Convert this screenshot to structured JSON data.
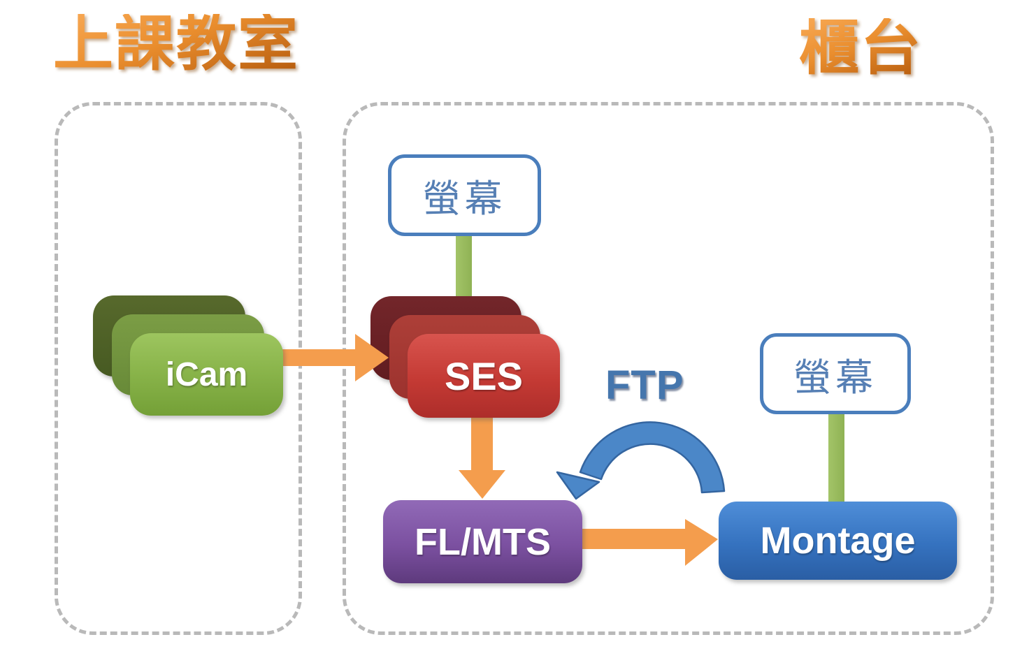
{
  "titles": {
    "classroom": "上課教室",
    "counter": "櫃台"
  },
  "groups": {
    "classroom": {
      "name": "上課教室"
    },
    "counter": {
      "name": "櫃台"
    }
  },
  "nodes": {
    "icam": {
      "label": "iCam",
      "shape": "stacked-rounded-rect",
      "color": "#88b349"
    },
    "screen_left": {
      "label": "螢幕",
      "shape": "rounded-rect-outline",
      "border_color": "#4a7ebc"
    },
    "ses": {
      "label": "SES",
      "shape": "stacked-rounded-rect",
      "color": "#c43a34"
    },
    "flmts": {
      "label": "FL/MTS",
      "shape": "rounded-rect",
      "color": "#7b50a0"
    },
    "montage": {
      "label": "Montage",
      "shape": "rounded-rect",
      "color": "#3572bf"
    },
    "screen_right": {
      "label": "螢幕",
      "shape": "rounded-rect-outline",
      "border_color": "#4a7ebc"
    }
  },
  "edges": {
    "icam_to_ses": {
      "from": "icam",
      "to": "ses",
      "style": "orange-arrow"
    },
    "screen_left_to_ses": {
      "from": "screen_left",
      "to": "ses",
      "style": "green-line"
    },
    "ses_to_flmts": {
      "from": "ses",
      "to": "flmts",
      "style": "orange-arrow"
    },
    "flmts_to_montage": {
      "from": "flmts",
      "to": "montage",
      "style": "orange-arrow"
    },
    "ftp": {
      "from": "montage",
      "to": "flmts",
      "style": "blue-curved-arrow",
      "label": "FTP"
    },
    "screen_right_to_montage": {
      "from": "screen_right",
      "to": "montage",
      "style": "green-line"
    }
  },
  "colors": {
    "title_orange": "#e08a2a",
    "arrow_orange": "#f49d4d",
    "connector_green": "#8fb254",
    "ftp_blue": "#4b87c8",
    "ftp_text_blue": "#4576ad",
    "screen_border_blue": "#4a7ebc",
    "screen_text_blue": "#567fb4",
    "dashed_border_gray": "#b9b9b9",
    "icam_green": "#88b349",
    "ses_red": "#c43a34",
    "flmts_purple": "#7b50a0",
    "montage_blue": "#3572bf",
    "background": "#ffffff"
  }
}
